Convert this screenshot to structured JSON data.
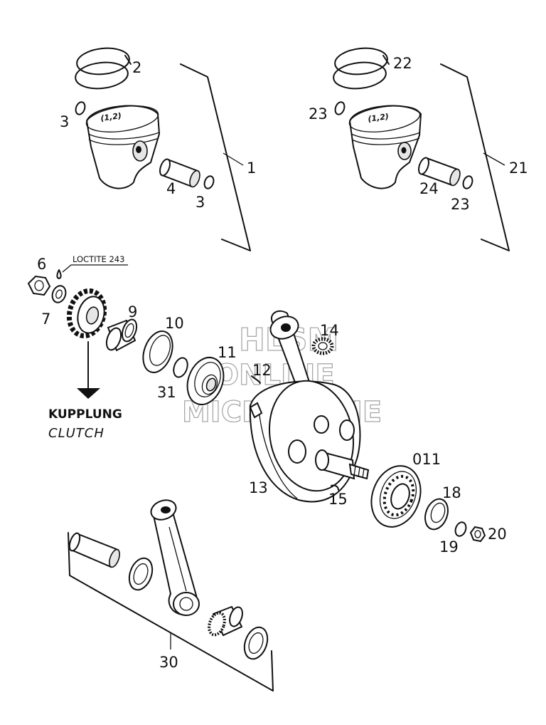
{
  "diagram": {
    "callouts": {
      "p1": "1",
      "p2": "2",
      "p3a": "3",
      "p3b": "3",
      "p4": "4",
      "p21": "21",
      "p22": "22",
      "p23a": "23",
      "p23b": "23",
      "p24": "24",
      "p6": "6",
      "p7": "7",
      "p9": "9",
      "p10": "10",
      "p11": "11",
      "p31": "31",
      "p12": "12",
      "p14": "14",
      "p13": "13",
      "p15": "15",
      "p011": "011",
      "p18": "18",
      "p19": "19",
      "p20": "20",
      "p30": "30"
    },
    "piston_marking_left": "(1,2)",
    "piston_marking_right": "(1,2)",
    "loctite_note": "LOCTITE 243",
    "clutch_label_de": "KUPPLUNG",
    "clutch_label_en": "CLUTCH",
    "watermark": [
      "HLSM",
      "ONLINE",
      "MICROFICHE"
    ]
  }
}
